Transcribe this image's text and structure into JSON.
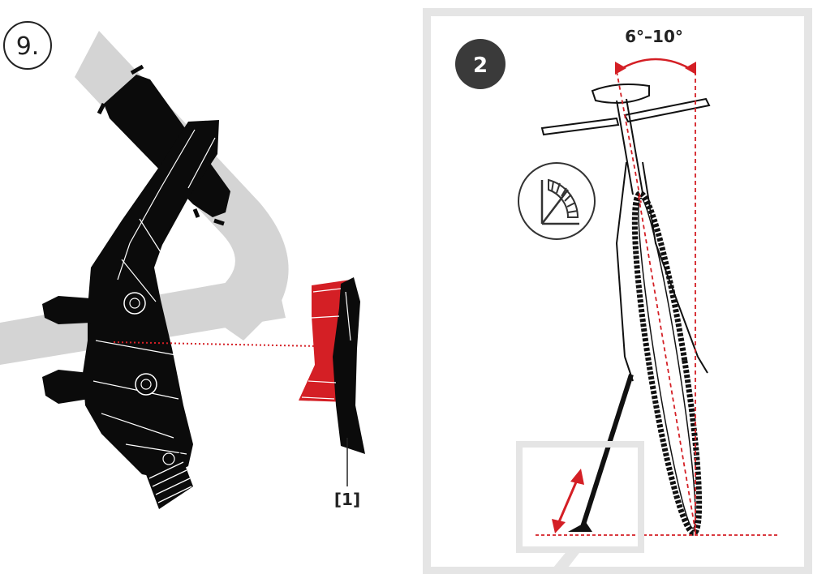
{
  "step": {
    "number": "9."
  },
  "callout": {
    "label": "[1]"
  },
  "detail": {
    "badge": "2",
    "angle_range": "6°–10°"
  },
  "icons": {
    "step_circle": "step-number-circle",
    "angle": "angle-protractor-icon",
    "badge": "step-badge-dark-circle"
  },
  "colors": {
    "accent_red": "#d41f25",
    "panel_gray": "#e5e5e5",
    "tube_gray": "#d4d4d4",
    "ink": "#111111",
    "badge_dark": "#3a3a3a"
  }
}
